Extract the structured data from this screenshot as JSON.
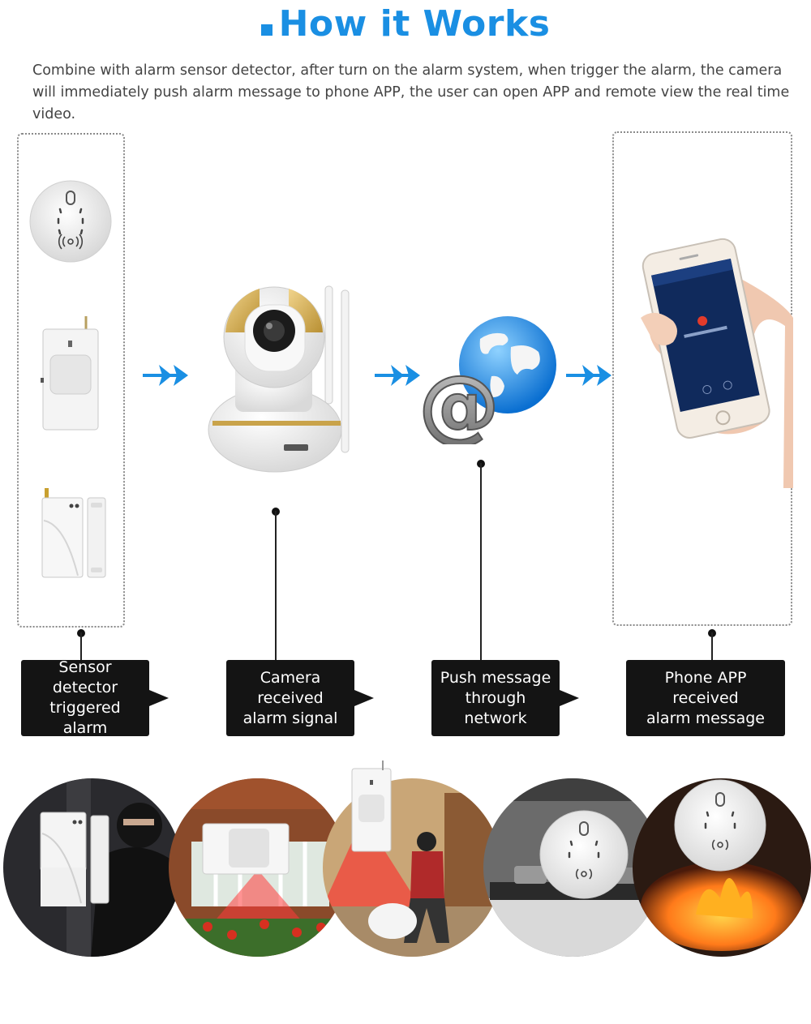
{
  "header": {
    "title": "How it Works",
    "description": "Combine with alarm sensor detector, after turn on the alarm system, when trigger the alarm, the camera will immediately push alarm message to phone APP, the user can open APP and remote view the real time video."
  },
  "steps": [
    {
      "line1": "Sensor detector",
      "line2": "triggered alarm"
    },
    {
      "line1": "Camera received",
      "line2": "alarm signal"
    },
    {
      "line1": "Push message",
      "line2": "through network"
    },
    {
      "line1": "Phone APP received",
      "line2": "alarm message"
    }
  ],
  "colors": {
    "accent": "#1a8fe3",
    "label_bg": "#141414",
    "camera_gold": "#c9a34a"
  },
  "icons": [
    "smoke-detector-icon",
    "pir-motion-sensor-icon",
    "door-sensor-icon",
    "ip-camera-icon",
    "globe-email-icon",
    "smartphone-app-icon"
  ]
}
